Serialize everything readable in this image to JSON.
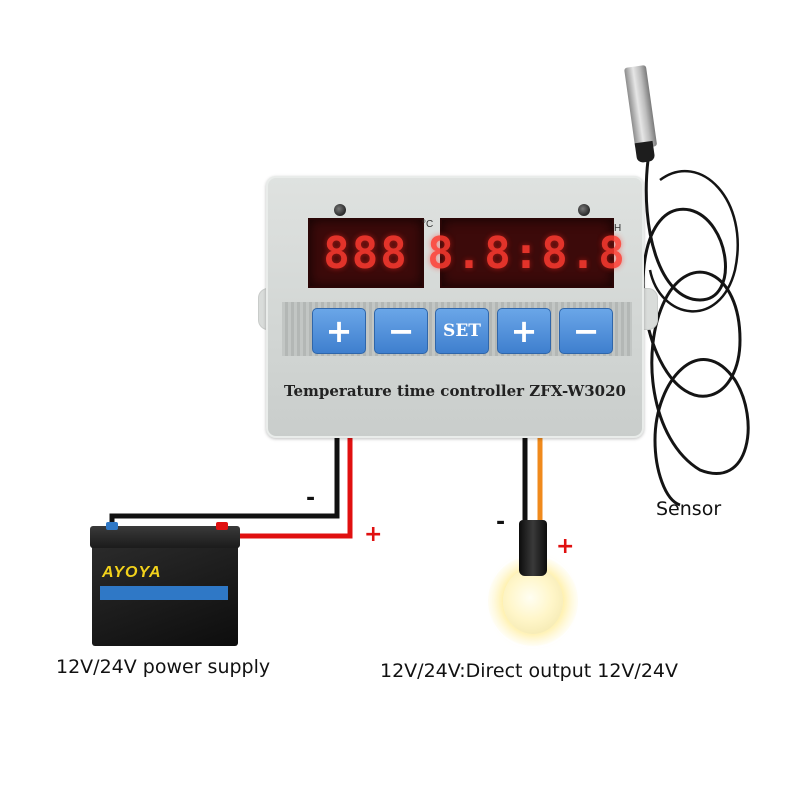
{
  "controller": {
    "left_display": "888",
    "right_display": "8.8:8.8",
    "unit_celsius": "°C",
    "unit_hours": "H",
    "buttons": [
      "+",
      "−",
      "SET",
      "+",
      "−"
    ],
    "model_text": "Temperature time controller ZFX-W3020"
  },
  "battery": {
    "brand": "AYOYA"
  },
  "labels": {
    "sensor": "Sensor",
    "power_supply": "12V/24V power supply",
    "output": "12V/24V:Direct output 12V/24V",
    "power_minus": "-",
    "power_plus": "+",
    "output_minus": "-",
    "output_plus": "+"
  },
  "colors": {
    "wire_red": "#e01010",
    "wire_black": "#111111",
    "wire_orange": "#f08a1c",
    "display_digits": "#ff3b30",
    "button_blue": "#3f7fce",
    "plus_sign": "#e01010"
  }
}
